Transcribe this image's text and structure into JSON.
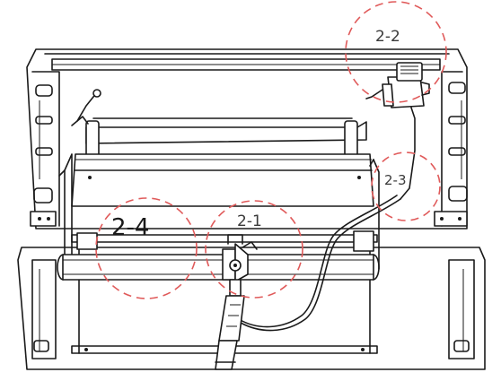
{
  "callouts": [
    {
      "id": "c22",
      "label": "2-2"
    },
    {
      "id": "c23",
      "label": "2-3"
    },
    {
      "id": "c24",
      "label": "2-4"
    },
    {
      "id": "c21",
      "label": "2-1"
    }
  ],
  "colors": {
    "line": "#1a1a1a",
    "callout": "#e05a5a",
    "label": "#3a3a3a",
    "background": "#ffffff"
  }
}
